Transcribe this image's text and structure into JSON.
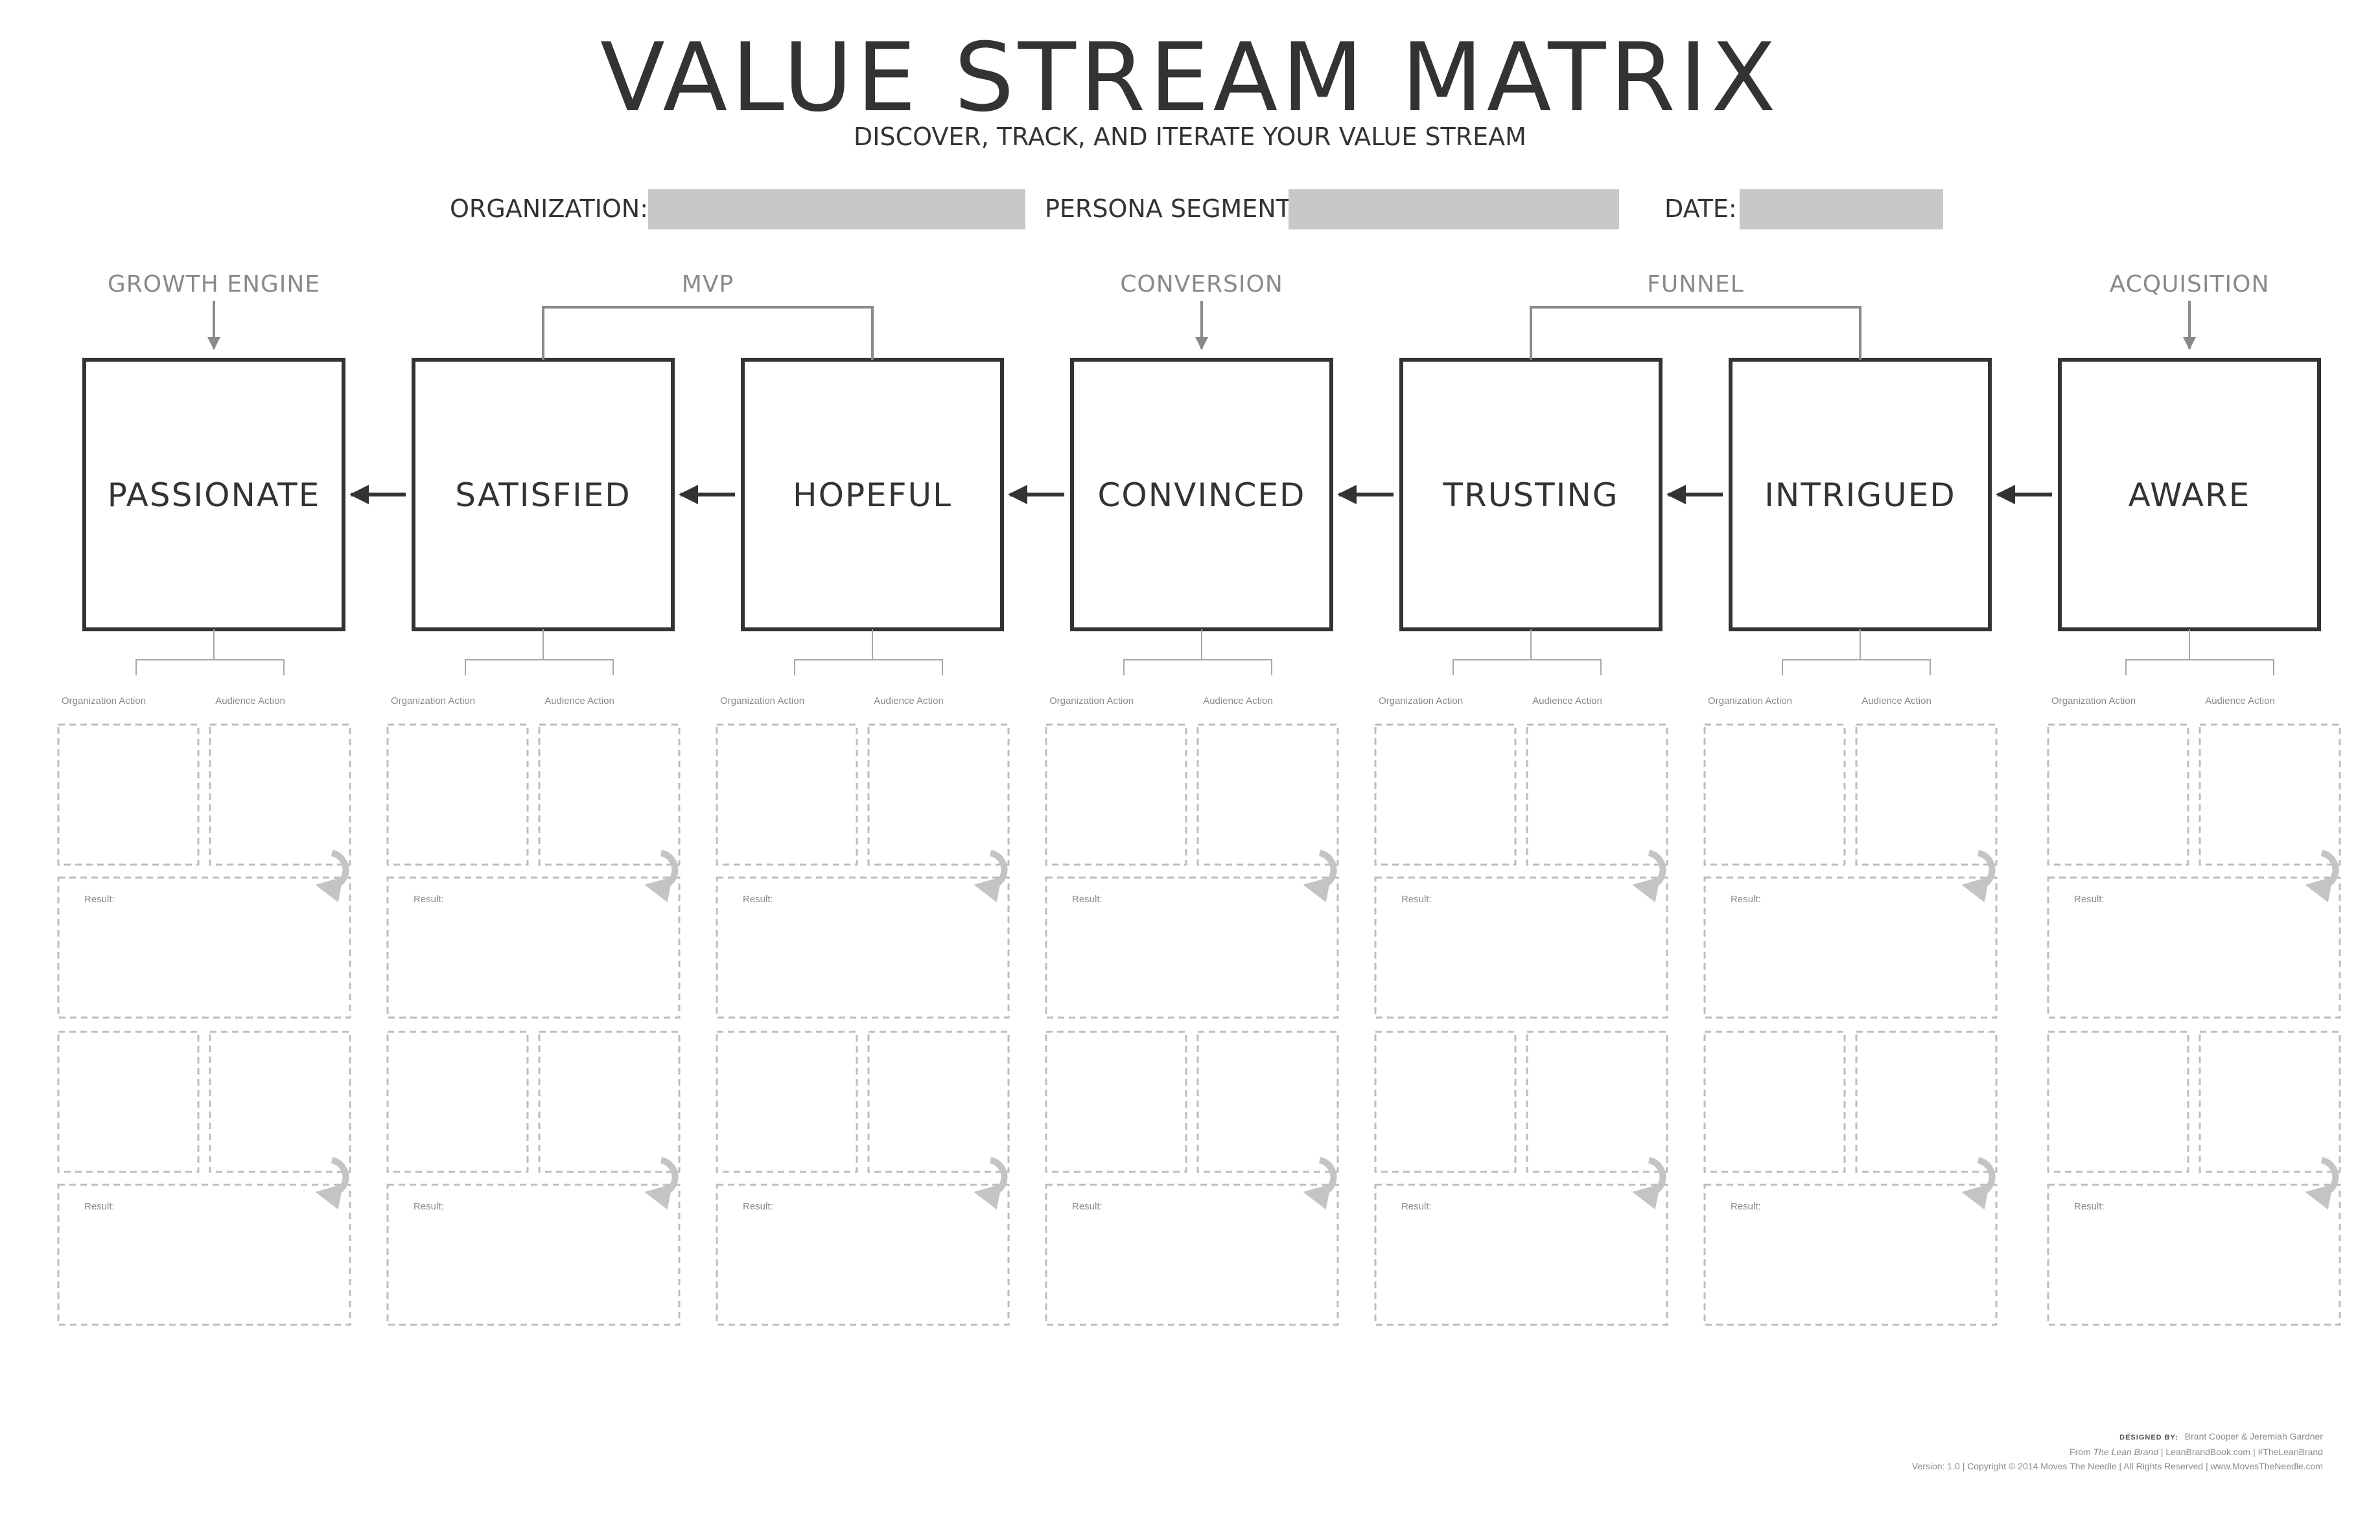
{
  "header": {
    "title": "VALUE STREAM MATRIX",
    "subtitle": "DISCOVER, TRACK, AND ITERATE YOUR VALUE STREAM"
  },
  "fields": {
    "organization_label": "ORGANIZATION:",
    "persona_label": "PERSONA SEGMENT:",
    "date_label": "DATE:"
  },
  "stages": [
    "PASSIONATE",
    "SATISFIED",
    "HOPEFUL",
    "CONVINCED",
    "TRUSTING",
    "INTRIGUED",
    "AWARE"
  ],
  "categories": [
    {
      "label": "GROWTH ENGINE",
      "type": "single",
      "stages": [
        0
      ]
    },
    {
      "label": "MVP",
      "type": "bracket",
      "stages": [
        1,
        2
      ]
    },
    {
      "label": "CONVERSION",
      "type": "single",
      "stages": [
        3
      ]
    },
    {
      "label": "FUNNEL",
      "type": "bracket",
      "stages": [
        4,
        5
      ]
    },
    {
      "label": "ACQUISITION",
      "type": "single",
      "stages": [
        6
      ]
    }
  ],
  "labels": {
    "organization_action": "Organization Action",
    "audience_action": "Audience Action",
    "result": "Result:"
  },
  "colors": {
    "ink": "#333333",
    "muted": "#8a8a8a",
    "dashed": "#bdbdbd",
    "field": "#c8c8c9"
  },
  "credits": {
    "designed_by_label": "DESIGNED BY:",
    "designed_by": "Brant Cooper & Jeremiah Gardner",
    "from_prefix": "From ",
    "book": "The Lean Brand",
    "from_suffix": " | LeanBrandBook.com | #TheLeanBrand",
    "version_line": "Version: 1.0 | Copyright © 2014 Moves The Needle | All Rights Reserved | www.MovesTheNeedle.com"
  }
}
